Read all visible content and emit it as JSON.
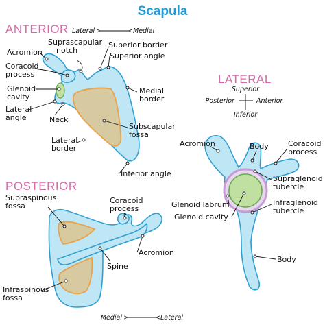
{
  "title": "Scapula",
  "views": {
    "anterior": {
      "heading": "ANTERIOR",
      "orientation": {
        "left": "Lateral",
        "right": "Medial"
      },
      "labels": {
        "acromion": "Acromion",
        "suprascapular_notch": [
          "Suprascapular",
          "notch"
        ],
        "superior_border": "Superior border",
        "superior_angle": "Superior angle",
        "coracoid_process": [
          "Coracoid",
          "process"
        ],
        "glenoid_cavity": [
          "Glenoid",
          "cavity"
        ],
        "lateral_angle": [
          "Lateral",
          "angle"
        ],
        "neck": "Neck",
        "medial_border": [
          "Medial",
          "border"
        ],
        "subscapular_fossa": [
          "Subscapular",
          "fossa"
        ],
        "lateral_border": [
          "Lateral",
          "border"
        ],
        "inferior_angle": "Inferior angle"
      }
    },
    "lateral": {
      "heading": "LATERAL",
      "orientation": {
        "top": "Superior",
        "left": "Posterior",
        "right": "Anterior",
        "bottom": "Inferior"
      },
      "labels": {
        "acromion": "Acromion",
        "body_top": "Body",
        "coracoid_process": [
          "Coracoid",
          "process"
        ],
        "supraglenoid_tubercle": [
          "Supraglenoid",
          "tubercle"
        ],
        "glenoid_labrum": "Glenoid labrum",
        "glenoid_cavity": "Glenoid cavity",
        "infraglenoid_tubercle": [
          "Infraglenoid",
          "tubercle"
        ],
        "body_bottom": "Body"
      }
    },
    "posterior": {
      "heading": "POSTERIOR",
      "orientation": {
        "left": "Medial",
        "right": "Lateral"
      },
      "labels": {
        "coracoid_process": [
          "Coracoid",
          "process"
        ],
        "supraspinous_fossa": [
          "Supraspinous",
          "fossa"
        ],
        "acromion": "Acromion",
        "spine": "Spine",
        "infraspinous_fossa": [
          "Infraspinous",
          "fossa"
        ]
      }
    }
  },
  "colors": {
    "bone_fill": "#bfe6f5",
    "bone_outline": "#2f9fd0",
    "fossa_fill": "#d7caa0",
    "fossa_outline": "#e8a24a",
    "glenoid_cavity_fill": "#bfe0a0",
    "glenoid_labrum_ring": "#c79bd6",
    "title": "#1f9bd7",
    "section_heading": "#d56aa8"
  }
}
